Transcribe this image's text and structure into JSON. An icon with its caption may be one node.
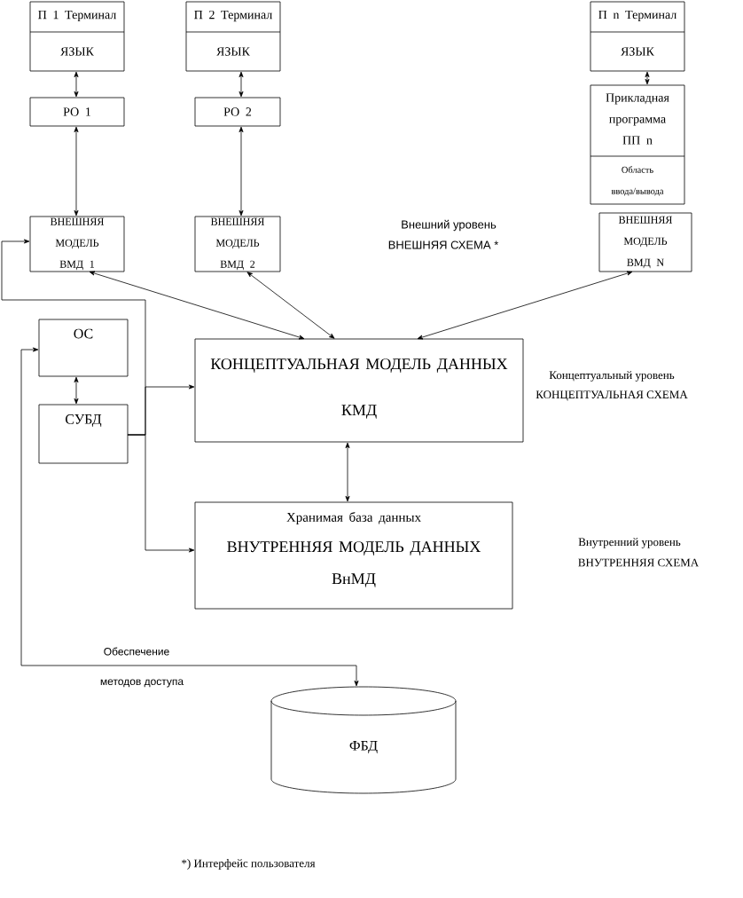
{
  "diagram": {
    "nodes": [
      {
        "text": [
          "П 1 Терминал",
          "ЯЗЫК"
        ]
      },
      {
        "text": [
          "П 2 Терминал",
          "ЯЗЫК"
        ]
      },
      {
        "text": [
          "П n Терминал",
          "ЯЗЫК"
        ]
      },
      {
        "text": [
          "РО 1"
        ]
      },
      {
        "text": [
          "РО 2"
        ]
      },
      {
        "text": [
          "Прикладная программа ПП n",
          "Область ввода/вывода"
        ]
      },
      {
        "text": [
          "ВНЕШНЯЯ МОДЕЛЬ ВМД 1"
        ]
      },
      {
        "text": [
          "ВНЕШНЯЯ МОДЕЛЬ ВМД 2"
        ]
      },
      {
        "text": [
          "ВНЕШНЯЯ МОДЕЛЬ ВМД N"
        ]
      },
      {
        "text": [
          "ОС"
        ]
      },
      {
        "text": [
          "СУБД"
        ]
      },
      {
        "text": [
          "КОНЦЕПТУАЛЬНАЯ МОДЕЛЬ ДАННЫХ",
          "КМД"
        ]
      },
      {
        "text": [
          "Хранимая база данных",
          "ВНУТРЕННЯЯ МОДЕЛЬ ДАННЫХ",
          "ВнМД"
        ]
      },
      {
        "text": [
          "ФБД"
        ]
      }
    ],
    "edges": [
      {
        "from": 0,
        "to": 3,
        "arrow": "both"
      },
      {
        "from": 1,
        "to": 4,
        "arrow": "both"
      },
      {
        "from": 2,
        "to": 5,
        "arrow": "both"
      },
      {
        "from": 3,
        "to": 6,
        "arrow": "both"
      },
      {
        "from": 4,
        "to": 7,
        "arrow": "both"
      },
      {
        "from": 6,
        "to": 11,
        "arrow": "both"
      },
      {
        "from": 7,
        "to": 11,
        "arrow": "both"
      },
      {
        "from": 8,
        "to": 11,
        "arrow": "both"
      },
      {
        "from": 9,
        "to": 10,
        "arrow": "both"
      },
      {
        "from": 11,
        "to": 12,
        "arrow": "both"
      },
      {
        "from": 10,
        "to": 6,
        "arrow": "to"
      },
      {
        "from": 10,
        "to": 11,
        "arrow": "to"
      },
      {
        "from": 10,
        "to": 12,
        "arrow": "to"
      },
      {
        "from": 9,
        "to": 13,
        "arrow": "both"
      }
    ],
    "labels": [
      "Внешний уровень",
      "ВНЕШНЯЯ СХЕМА *",
      "Концептуальный уровень",
      "КОНЦЕПТУАЛЬНАЯ СХЕМА",
      "Внутренний уровень",
      "ВНУТРЕННЯЯ СХЕМА",
      "Обеспечение",
      "методов доступа",
      "*) Интерфейс пользователя"
    ]
  }
}
